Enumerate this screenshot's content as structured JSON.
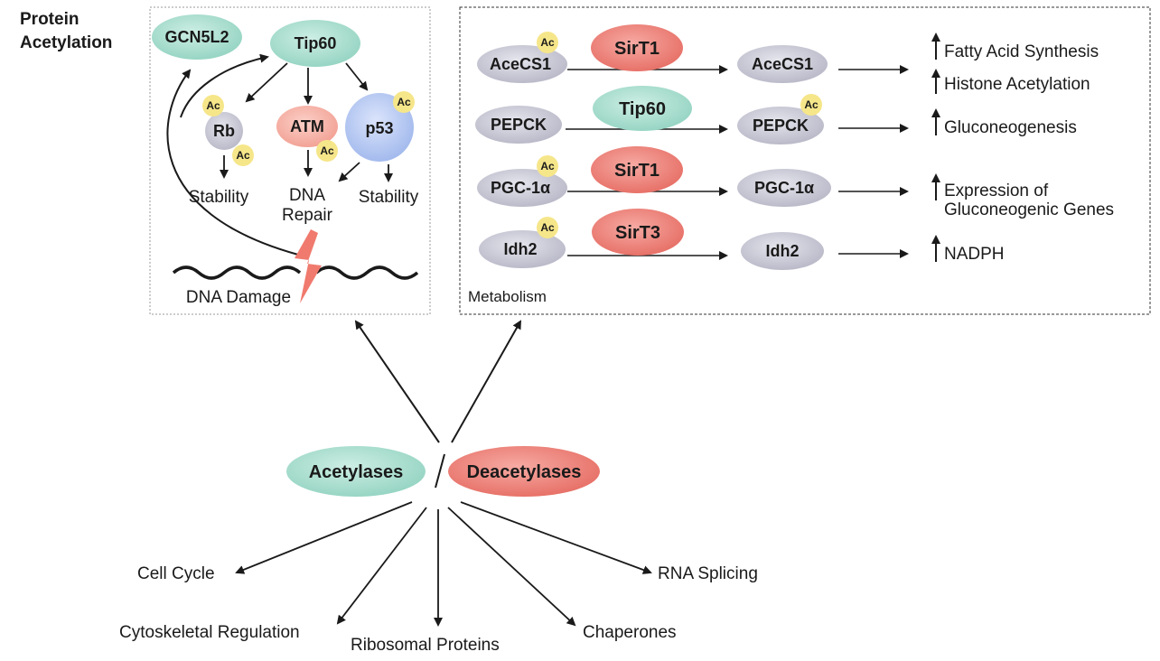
{
  "title_line1": "Protein",
  "title_line2": "Acetylation",
  "ac_label": "Ac",
  "colors": {
    "teal": "#a9dfd0",
    "red": "#ef837b",
    "gray": "#c8c8d6",
    "blue": "#b6c8f2",
    "pink": "#f7b1a6",
    "yellow": "#f6e68a",
    "bolt": "#f07a6e"
  },
  "dna_panel": {
    "gcn5l2": "GCN5L2",
    "tip60": "Tip60",
    "rb": "Rb",
    "atm": "ATM",
    "p53": "p53",
    "rb_stability": "Stability",
    "dna_repair_1": "DNA",
    "dna_repair_2": "Repair",
    "p53_stability": "Stability",
    "dna_damage": "DNA Damage"
  },
  "metabolism_panel": {
    "label": "Metabolism",
    "rows": [
      {
        "substrate": "AceCS1",
        "enzyme": "SirT1",
        "product": "AceCS1",
        "effects": [
          "Fatty Acid Synthesis",
          "Histone Acetylation"
        ]
      },
      {
        "substrate": "PEPCK",
        "enzyme": "Tip60",
        "product": "PEPCK",
        "effects": [
          "Gluconeogenesis"
        ]
      },
      {
        "substrate": "PGC-1α",
        "enzyme": "SirT1",
        "product": "PGC-1α",
        "effects": [
          "Expression of",
          "Gluconeogenic Genes"
        ]
      },
      {
        "substrate": "Idh2",
        "enzyme": "SirT3",
        "product": "Idh2",
        "effects": [
          "NADPH"
        ]
      }
    ]
  },
  "center": {
    "acetylases": "Acetylases",
    "deacetylases": "Deacetylases"
  },
  "targets": {
    "cell_cycle": "Cell Cycle",
    "cytoskeletal": "Cytoskeletal Regulation",
    "ribosomal": "Ribosomal Proteins",
    "chaperones": "Chaperones",
    "rna_splicing": "RNA Splicing"
  }
}
